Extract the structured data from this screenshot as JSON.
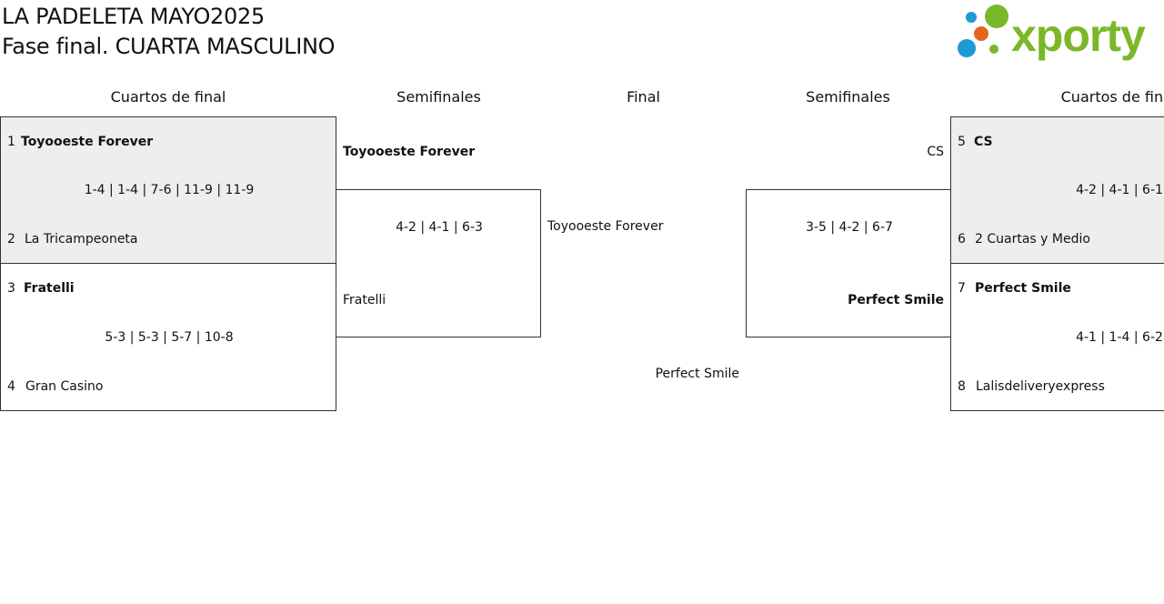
{
  "header": {
    "title_line1": "LA PADELETA MAYO2025",
    "title_line2": "Fase final. CUARTA MASCULINO",
    "logo_text": "xporty",
    "logo_colors": {
      "green": "#7ab829",
      "blue": "#1e9ad6",
      "orange": "#e5641c"
    }
  },
  "columns": {
    "left_qf": "Cuartos de final",
    "left_sf": "Semifinales",
    "final": "Final",
    "right_sf": "Semifinales",
    "right_qf": "Cuartos de final"
  },
  "left_qf": [
    {
      "seed_a": "1",
      "team_a": "Toyooeste Forever",
      "score": "1-4 | 1-4 | 7-6 | 11-9 | 11-9",
      "seed_b": "2",
      "team_b": "La Tricampeoneta"
    },
    {
      "seed_a": "3",
      "team_a": "Fratelli",
      "score": "5-3 | 5-3 | 5-7 | 10-8",
      "seed_b": "4",
      "team_b": "Gran Casino"
    }
  ],
  "left_sf": {
    "team_a": "Toyooeste Forever",
    "score": "4-2 | 4-1 | 6-3",
    "team_b": "Fratelli"
  },
  "final": {
    "team_left": "Toyooeste Forever",
    "team_right": "Perfect Smile"
  },
  "right_sf": {
    "team_a": "CS",
    "score": "3-5 | 4-2 | 6-7",
    "team_b": "Perfect Smile"
  },
  "right_qf": [
    {
      "seed_a": "5",
      "team_a": "CS",
      "score": "4-2 | 4-1 | 6-1",
      "seed_b": "6",
      "team_b": "2 Cuartas y Medio"
    },
    {
      "seed_a": "7",
      "team_a": "Perfect Smile",
      "score": "4-1 | 1-4 | 6-2",
      "seed_b": "8",
      "team_b": "Lalisdeliveryexpress"
    }
  ]
}
